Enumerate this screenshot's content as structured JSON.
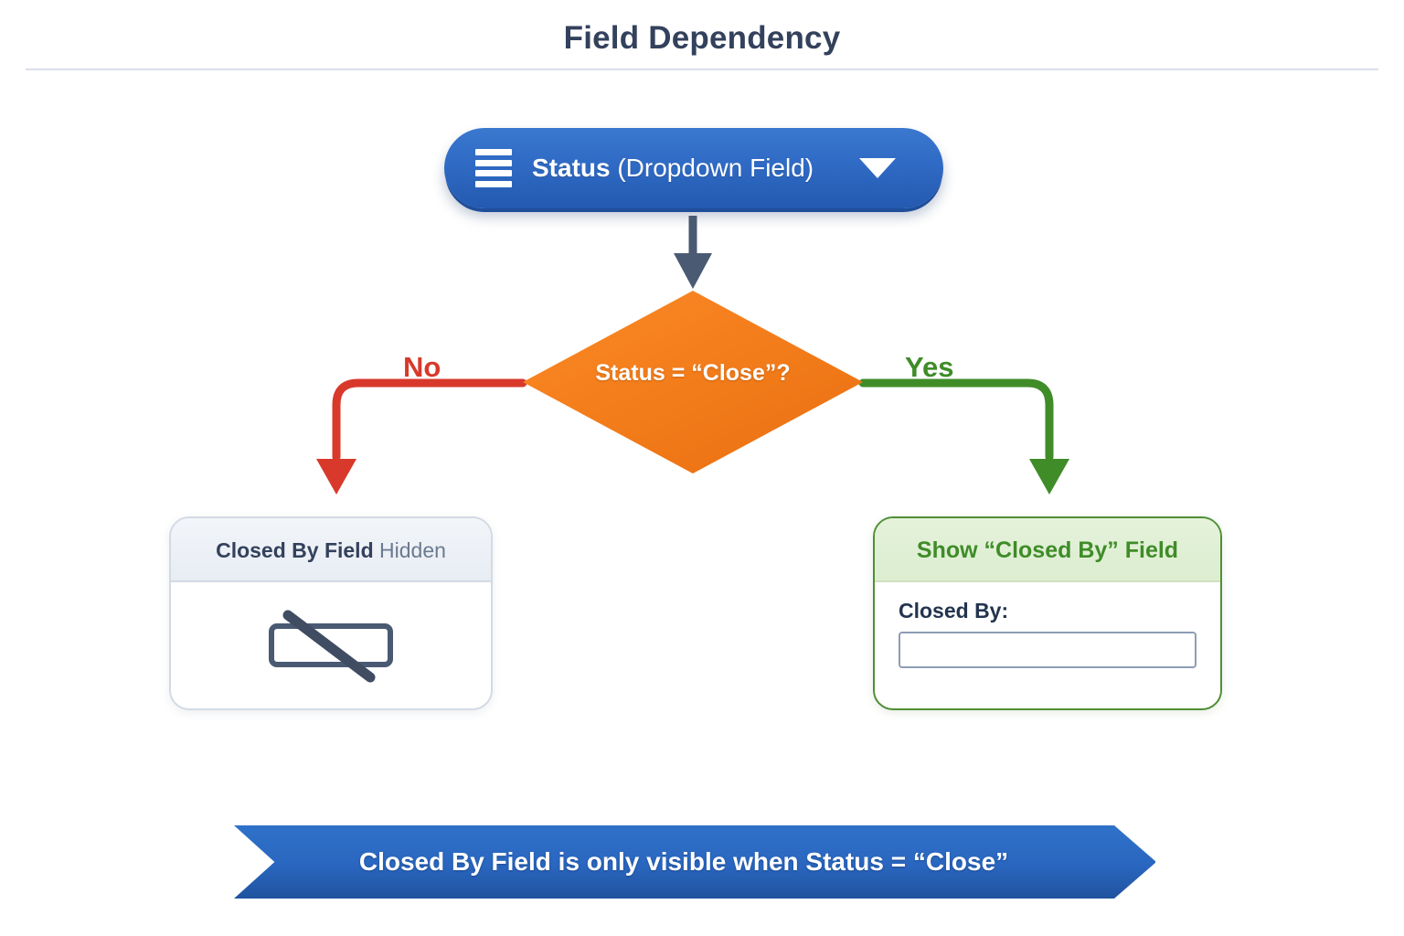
{
  "page": {
    "title": "Field Dependency"
  },
  "trigger": {
    "icon": "list-menu-icon",
    "field_name": "Status",
    "field_type": "(Dropdown Field)",
    "caret_icon": "caret-down-icon"
  },
  "decision": {
    "label": "Status = “Close”?"
  },
  "branches": {
    "no_label": "No",
    "yes_label": "Yes"
  },
  "hidden_card": {
    "header_strong": "Closed By Field",
    "header_light": "Hidden",
    "icon": "field-hidden-slash-icon"
  },
  "show_card": {
    "header": "Show “Closed By” Field",
    "field_label": "Closed By:",
    "field_value": "",
    "field_placeholder": ""
  },
  "banner": {
    "text": "Closed By Field is only visible when Status = “Close”"
  },
  "colors": {
    "title": "#33415c",
    "trigger_blue": "#2f6ac4",
    "decision_orange": "#f57f1d",
    "no_red": "#d8392b",
    "yes_green": "#3f8c28",
    "hidden_gray": "#d3dae5",
    "show_green_border": "#4f8f34",
    "show_green_fill": "#dcedd0",
    "banner_blue": "#2a66bf",
    "arrow_slate": "#4a5a72"
  }
}
